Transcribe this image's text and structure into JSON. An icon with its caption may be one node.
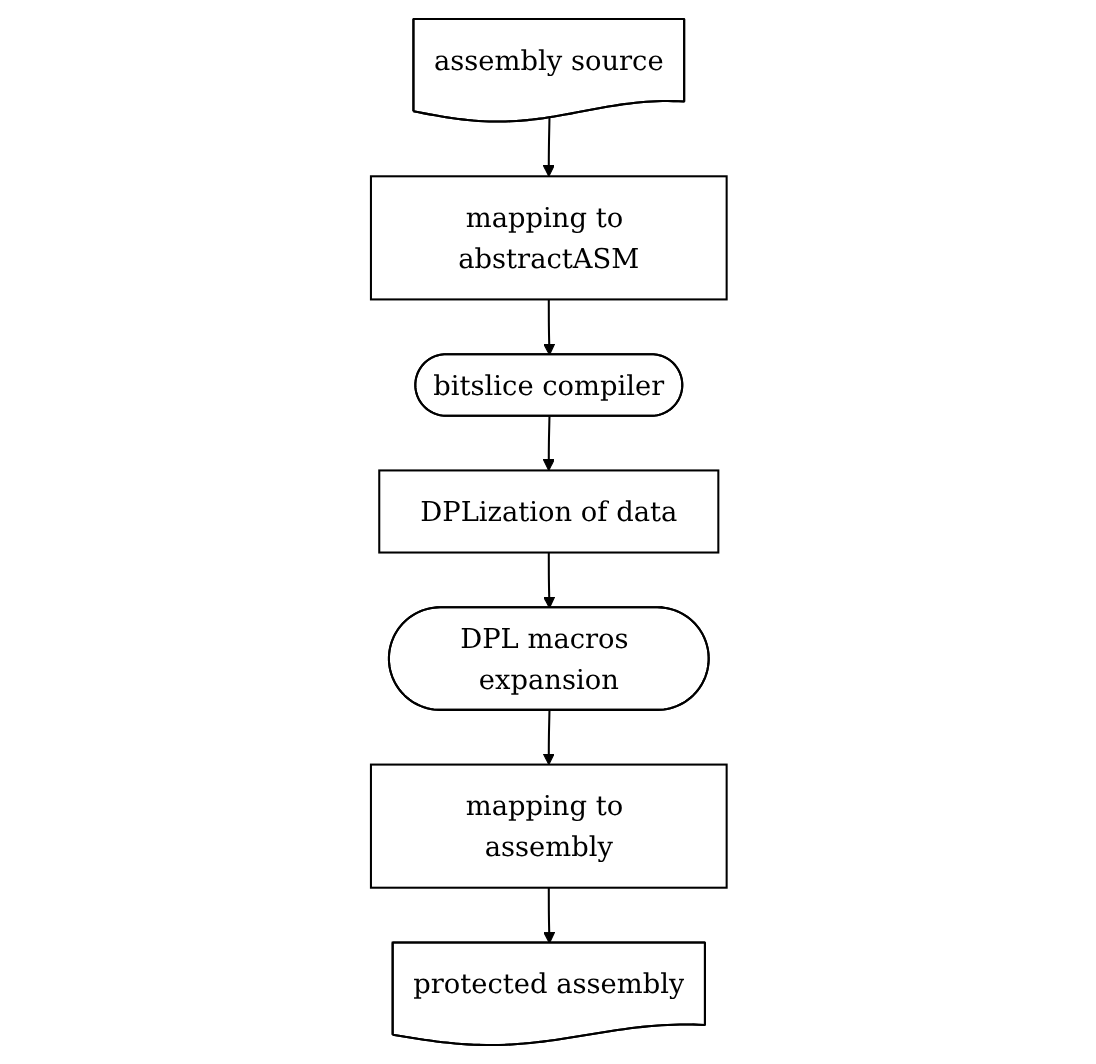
{
  "diagram": {
    "nodes": [
      {
        "text": [
          "assembly source"
        ]
      },
      {
        "text": [
          "mapping to abstractASM"
        ]
      },
      {
        "text": [
          "bitslice compiler"
        ]
      },
      {
        "text": [
          "DPLization of data"
        ]
      },
      {
        "text": [
          "DPL macros expansion"
        ]
      },
      {
        "text": [
          "mapping to assembly"
        ]
      },
      {
        "text": [
          "protected assembly"
        ]
      }
    ],
    "edges": [
      {
        "from": 0,
        "to": 1,
        "arrow": "to"
      },
      {
        "from": 1,
        "to": 2,
        "arrow": "to"
      },
      {
        "from": 2,
        "to": 3,
        "arrow": "to"
      },
      {
        "from": 3,
        "to": 4,
        "arrow": "to"
      },
      {
        "from": 4,
        "to": 5,
        "arrow": "to"
      },
      {
        "from": 5,
        "to": 6,
        "arrow": "to"
      }
    ]
  }
}
